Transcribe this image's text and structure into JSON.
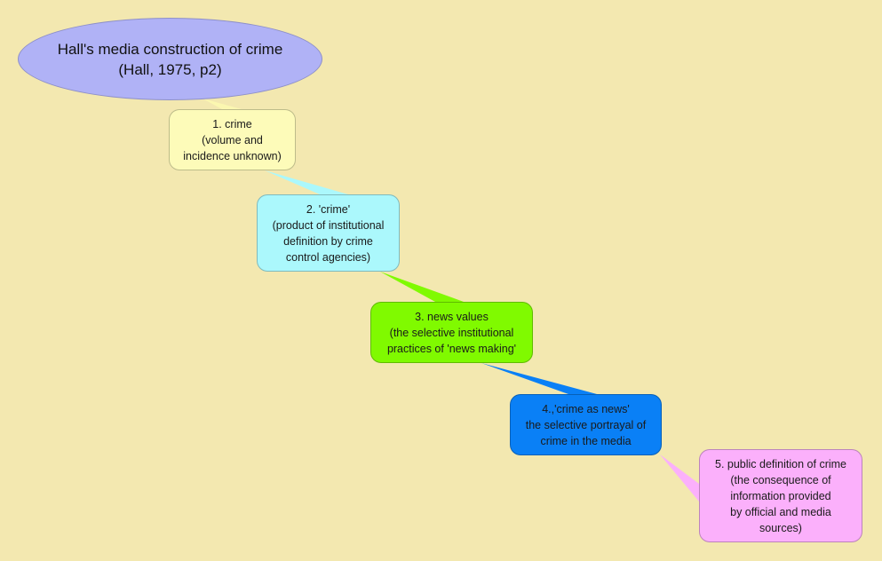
{
  "title": {
    "line1": "Hall's media construction of crime",
    "line2": "(Hall, 1975, p2)"
  },
  "nodes": [
    {
      "text": "1. crime\n(volume and\nincidence unknown)",
      "color": "#fdfbb9"
    },
    {
      "text": "2. 'crime'\n(product of institutional\ndefinition by crime\ncontrol agencies)",
      "color": "#abf8fc"
    },
    {
      "text": "3. news values\n(the selective institutional\npractices of 'news making'",
      "color": "#80fa00"
    },
    {
      "text": "4.,'crime as news'\nthe selective portrayal of\ncrime in the media",
      "color": "#0a80f6"
    },
    {
      "text": "5. public definition of crime\n(the consequence of\ninformation provided\nby official and media\nsources)",
      "color": "#fbb0fb"
    }
  ]
}
